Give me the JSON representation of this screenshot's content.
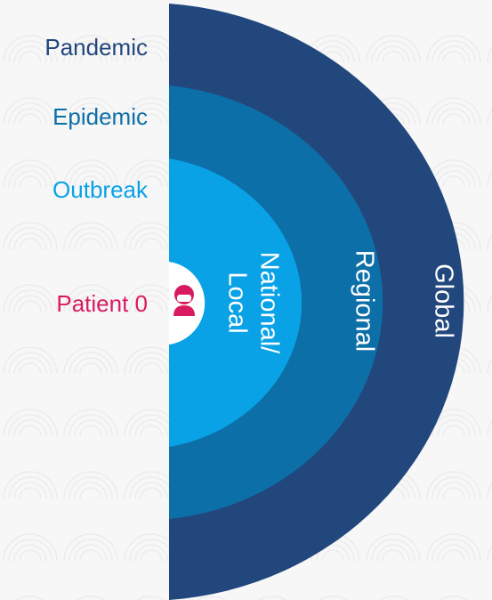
{
  "levels": [
    {
      "label": "Pandemic",
      "scope": "Global",
      "color": "#22477d"
    },
    {
      "label": "Epidemic",
      "scope": "Regional",
      "color": "#0d6fa8"
    },
    {
      "label": "Outbreak",
      "scope": "National/ Local",
      "scope_lines": [
        "National/",
        "Local"
      ],
      "color": "#09a2e6"
    },
    {
      "label": "Patient 0",
      "scope": "",
      "color": "#d81b60"
    }
  ],
  "colors": {
    "background": "#f7f7f7",
    "background_pattern": "#ececec",
    "label_text": "#ffffff",
    "center_disc": "#ffffff"
  },
  "icons": {
    "patient": "person-mask-icon"
  }
}
